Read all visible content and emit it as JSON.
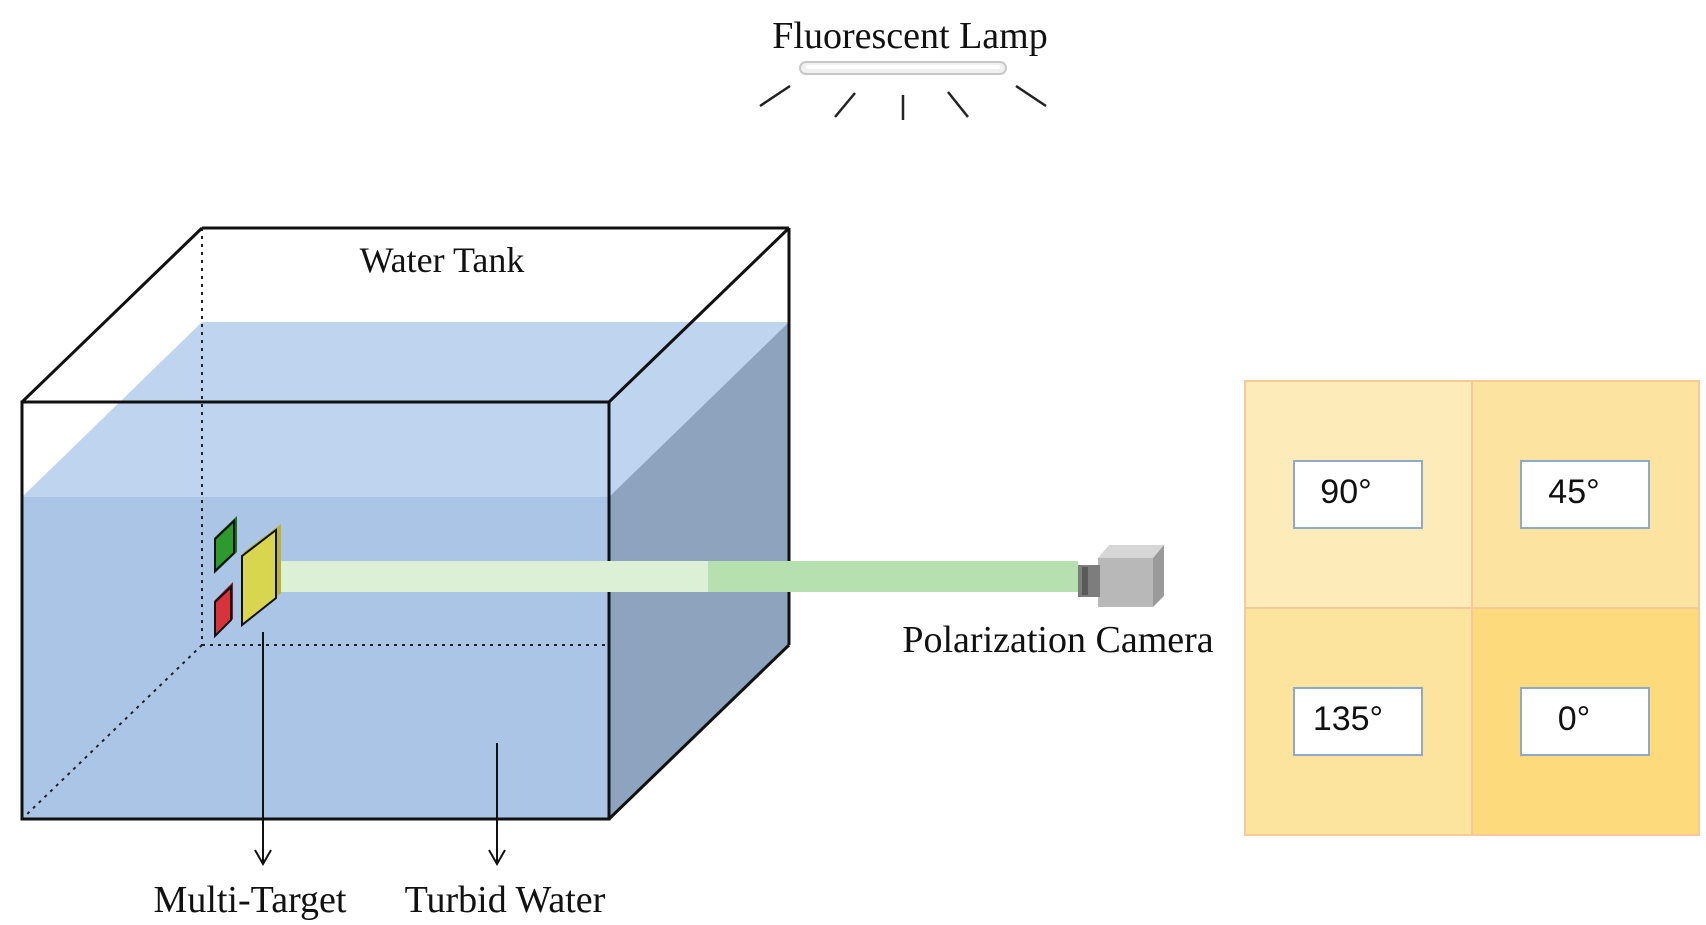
{
  "labels": {
    "lamp": "Fluorescent Lamp",
    "tank": "Water Tank",
    "camera": "Polarization Camera",
    "target": "Multi-Target",
    "water": "Turbid Water"
  },
  "polarizer_grid": {
    "cells": [
      {
        "angle": "90°",
        "color": "#fdebb9"
      },
      {
        "angle": "45°",
        "color": "#fde3a0"
      },
      {
        "angle": "135°",
        "color": "#fde49e"
      },
      {
        "angle": "0°",
        "color": "#fddb7c"
      }
    ],
    "border_color": "#f5c99a"
  },
  "colors": {
    "water_front": "#abc5e6",
    "water_side": "#8ea3bd",
    "water_top": "#bfd4ee",
    "beam_in_water": "#dcf0d6",
    "beam_in_air": "#b6e0b0",
    "target_green": "#2d9a2d",
    "target_yellow": "#d8d64e",
    "target_red": "#d8333a",
    "camera_body": "#b8b8b8"
  }
}
